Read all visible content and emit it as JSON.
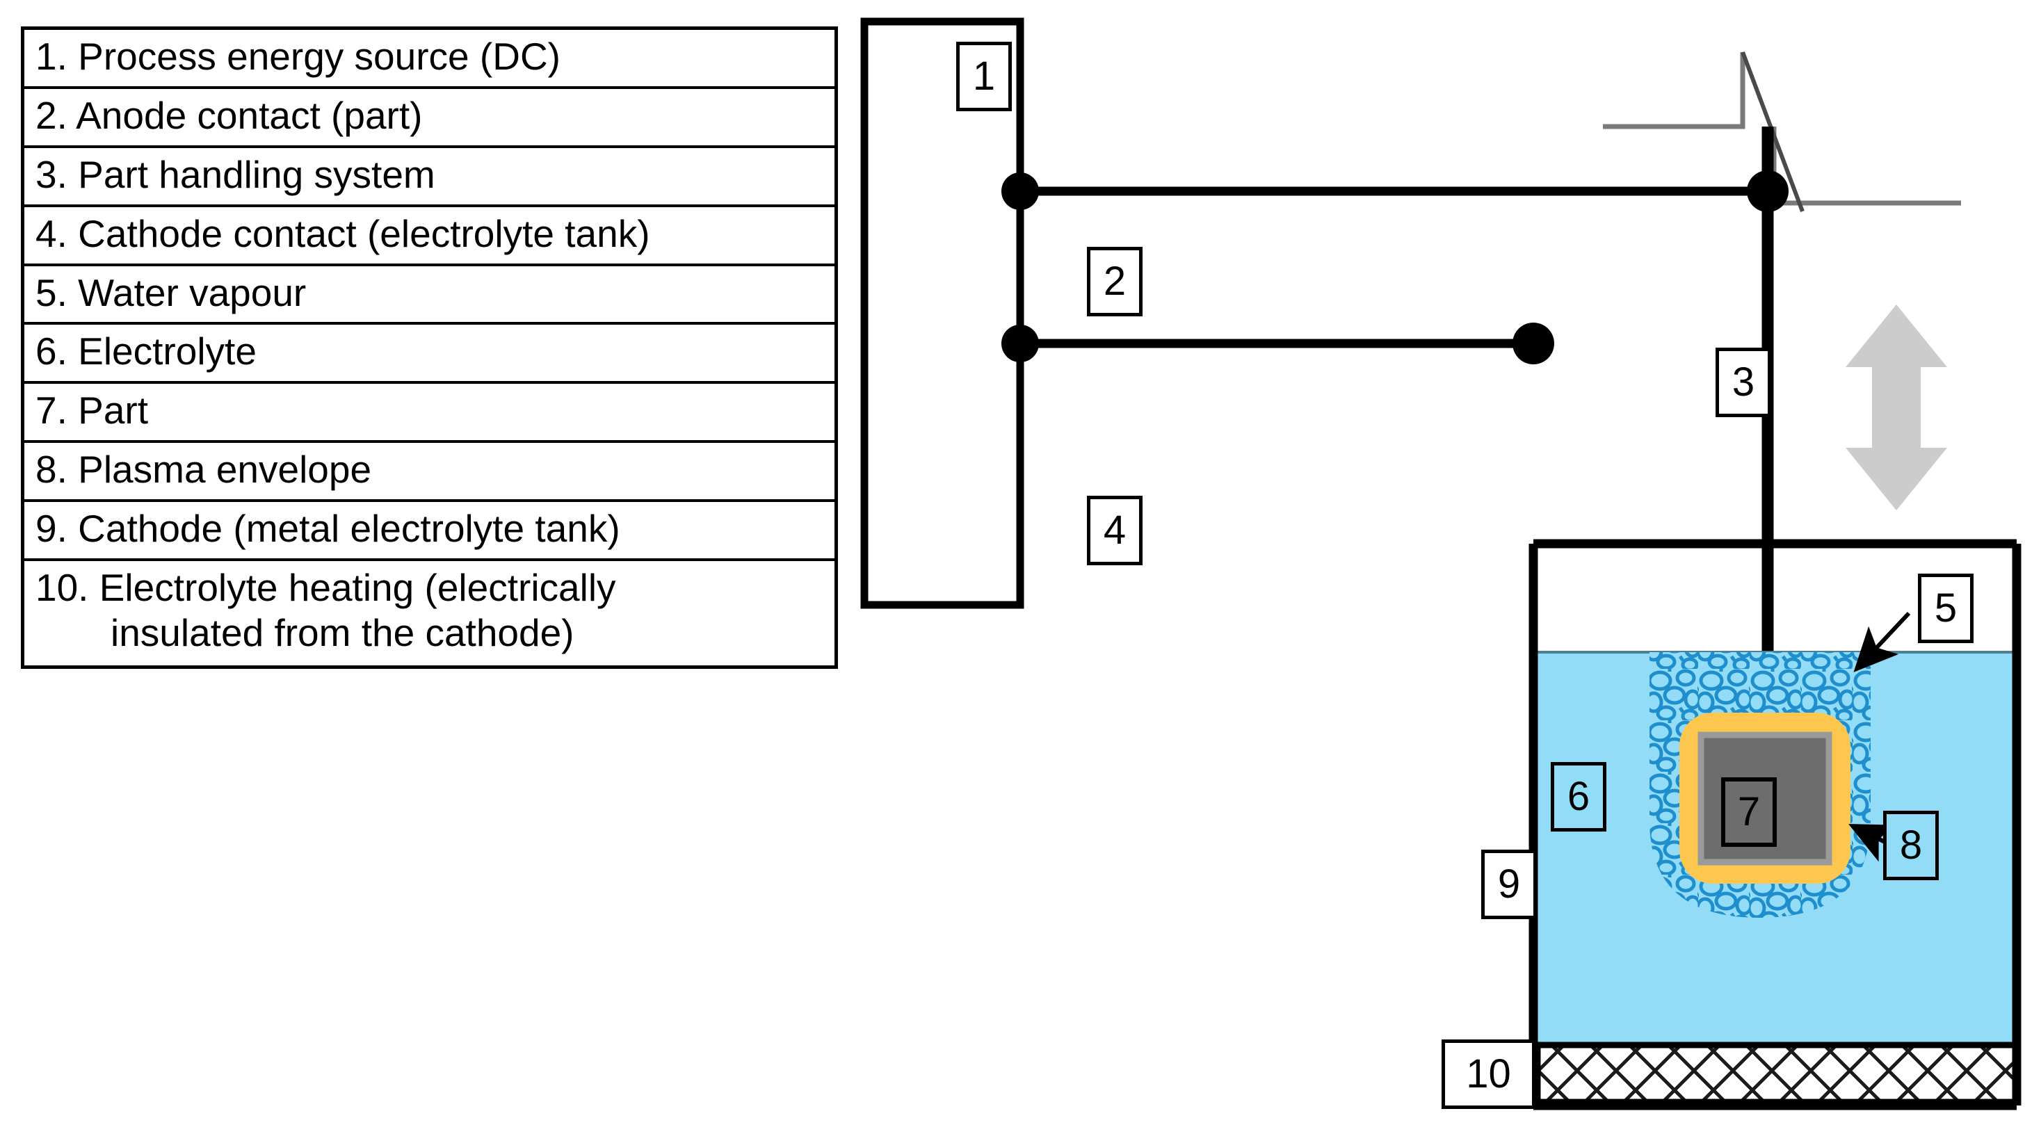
{
  "legend": {
    "items": [
      {
        "n": "1.",
        "text": "1. Process energy source (DC)"
      },
      {
        "n": "2.",
        "text": "2. Anode contact (part)"
      },
      {
        "n": "3.",
        "text": "3. Part handling system"
      },
      {
        "n": "4.",
        "text": "4. Cathode contact (electrolyte tank)"
      },
      {
        "n": "5.",
        "text": "5. Water vapour"
      },
      {
        "n": "6.",
        "text": "6. Electrolyte"
      },
      {
        "n": "7.",
        "text": "7. Part"
      },
      {
        "n": "8.",
        "text": "8. Plasma envelope"
      },
      {
        "n": "9.",
        "text": "9. Cathode (metal electrolyte tank)"
      },
      {
        "n": "10.",
        "text": "10. Electrolyte heating (electrically",
        "text_line2": "insulated from the cathode)"
      }
    ]
  },
  "callouts": {
    "one": "1",
    "two": "2",
    "three": "3",
    "four": "4",
    "five": "5",
    "six": "6",
    "seven": "7",
    "eight": "8",
    "nine": "9",
    "ten": "10"
  },
  "colors": {
    "electrolyte": "#92DCF7",
    "bubbles": "#1E8FCC",
    "plasma_envelope": "#FCC64F",
    "part_fill": "#6D6D6D",
    "part_border": "#9A9A9A",
    "outline": "#000000",
    "arm_gray": "#7A7A7A",
    "motion_arrow": "#CCCCCC",
    "background": "#FFFFFF"
  },
  "diagram": {
    "power_source_name": "Process energy source (DC)",
    "tank_name": "metal electrolyte tank (cathode)",
    "motion_arrow_name": "vertical travel of part handling system",
    "anode_rod_name": "anode rod to part",
    "heater_name": "electrolyte heating band"
  }
}
